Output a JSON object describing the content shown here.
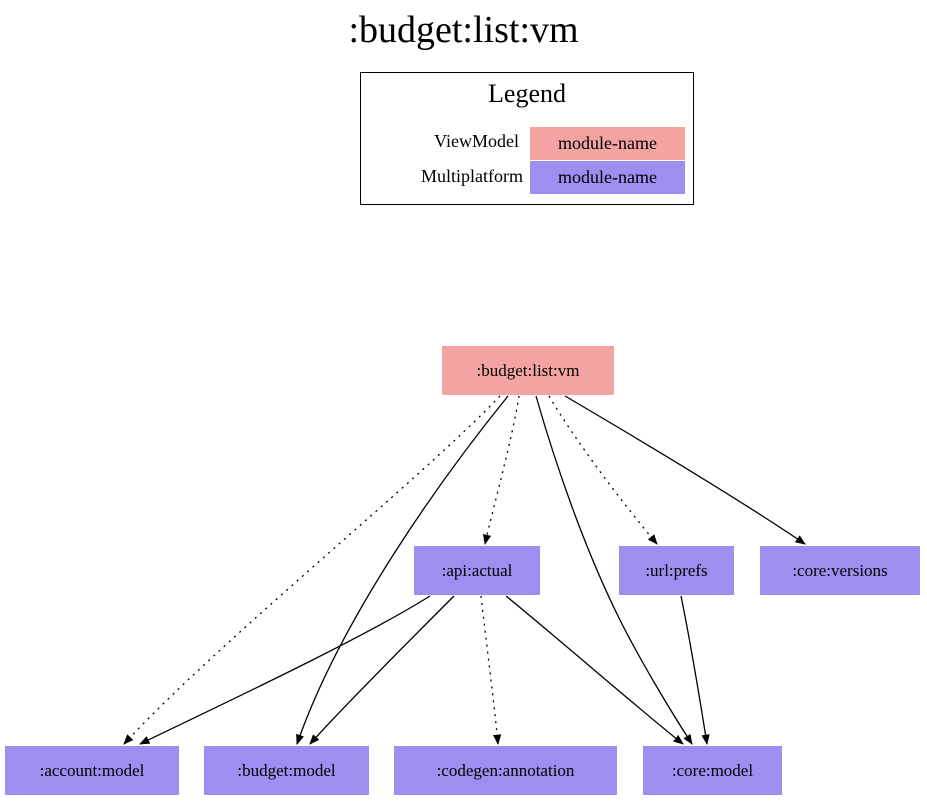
{
  "title": ":budget:list:vm",
  "legend": {
    "title": "Legend",
    "entries": [
      {
        "label": "ViewModel",
        "swatch_text": "module-name",
        "color": "#f4a3a3"
      },
      {
        "label": "Multiplatform",
        "swatch_text": "module-name",
        "color": "#9d8ef0"
      }
    ]
  },
  "nodes": [
    {
      "id": "budget-list-vm",
      "label": ":budget:list:vm",
      "kind": "ViewModel"
    },
    {
      "id": "api-actual",
      "label": ":api:actual",
      "kind": "Multiplatform"
    },
    {
      "id": "url-prefs",
      "label": ":url:prefs",
      "kind": "Multiplatform"
    },
    {
      "id": "core-versions",
      "label": ":core:versions",
      "kind": "Multiplatform"
    },
    {
      "id": "account-model",
      "label": ":account:model",
      "kind": "Multiplatform"
    },
    {
      "id": "budget-model",
      "label": ":budget:model",
      "kind": "Multiplatform"
    },
    {
      "id": "codegen-annotation",
      "label": ":codegen:annotation",
      "kind": "Multiplatform"
    },
    {
      "id": "core-model",
      "label": ":core:model",
      "kind": "Multiplatform"
    }
  ],
  "edges": [
    {
      "from": "budget-list-vm",
      "to": "account-model",
      "style": "dotted"
    },
    {
      "from": "budget-list-vm",
      "to": "budget-model",
      "style": "solid"
    },
    {
      "from": "budget-list-vm",
      "to": "api-actual",
      "style": "dotted"
    },
    {
      "from": "budget-list-vm",
      "to": "core-model",
      "style": "solid"
    },
    {
      "from": "budget-list-vm",
      "to": "url-prefs",
      "style": "dotted"
    },
    {
      "from": "budget-list-vm",
      "to": "core-versions",
      "style": "solid"
    },
    {
      "from": "api-actual",
      "to": "account-model",
      "style": "solid"
    },
    {
      "from": "api-actual",
      "to": "budget-model",
      "style": "solid"
    },
    {
      "from": "api-actual",
      "to": "codegen-annotation",
      "style": "dotted"
    },
    {
      "from": "api-actual",
      "to": "core-model",
      "style": "solid"
    },
    {
      "from": "url-prefs",
      "to": "core-model",
      "style": "solid"
    }
  ]
}
